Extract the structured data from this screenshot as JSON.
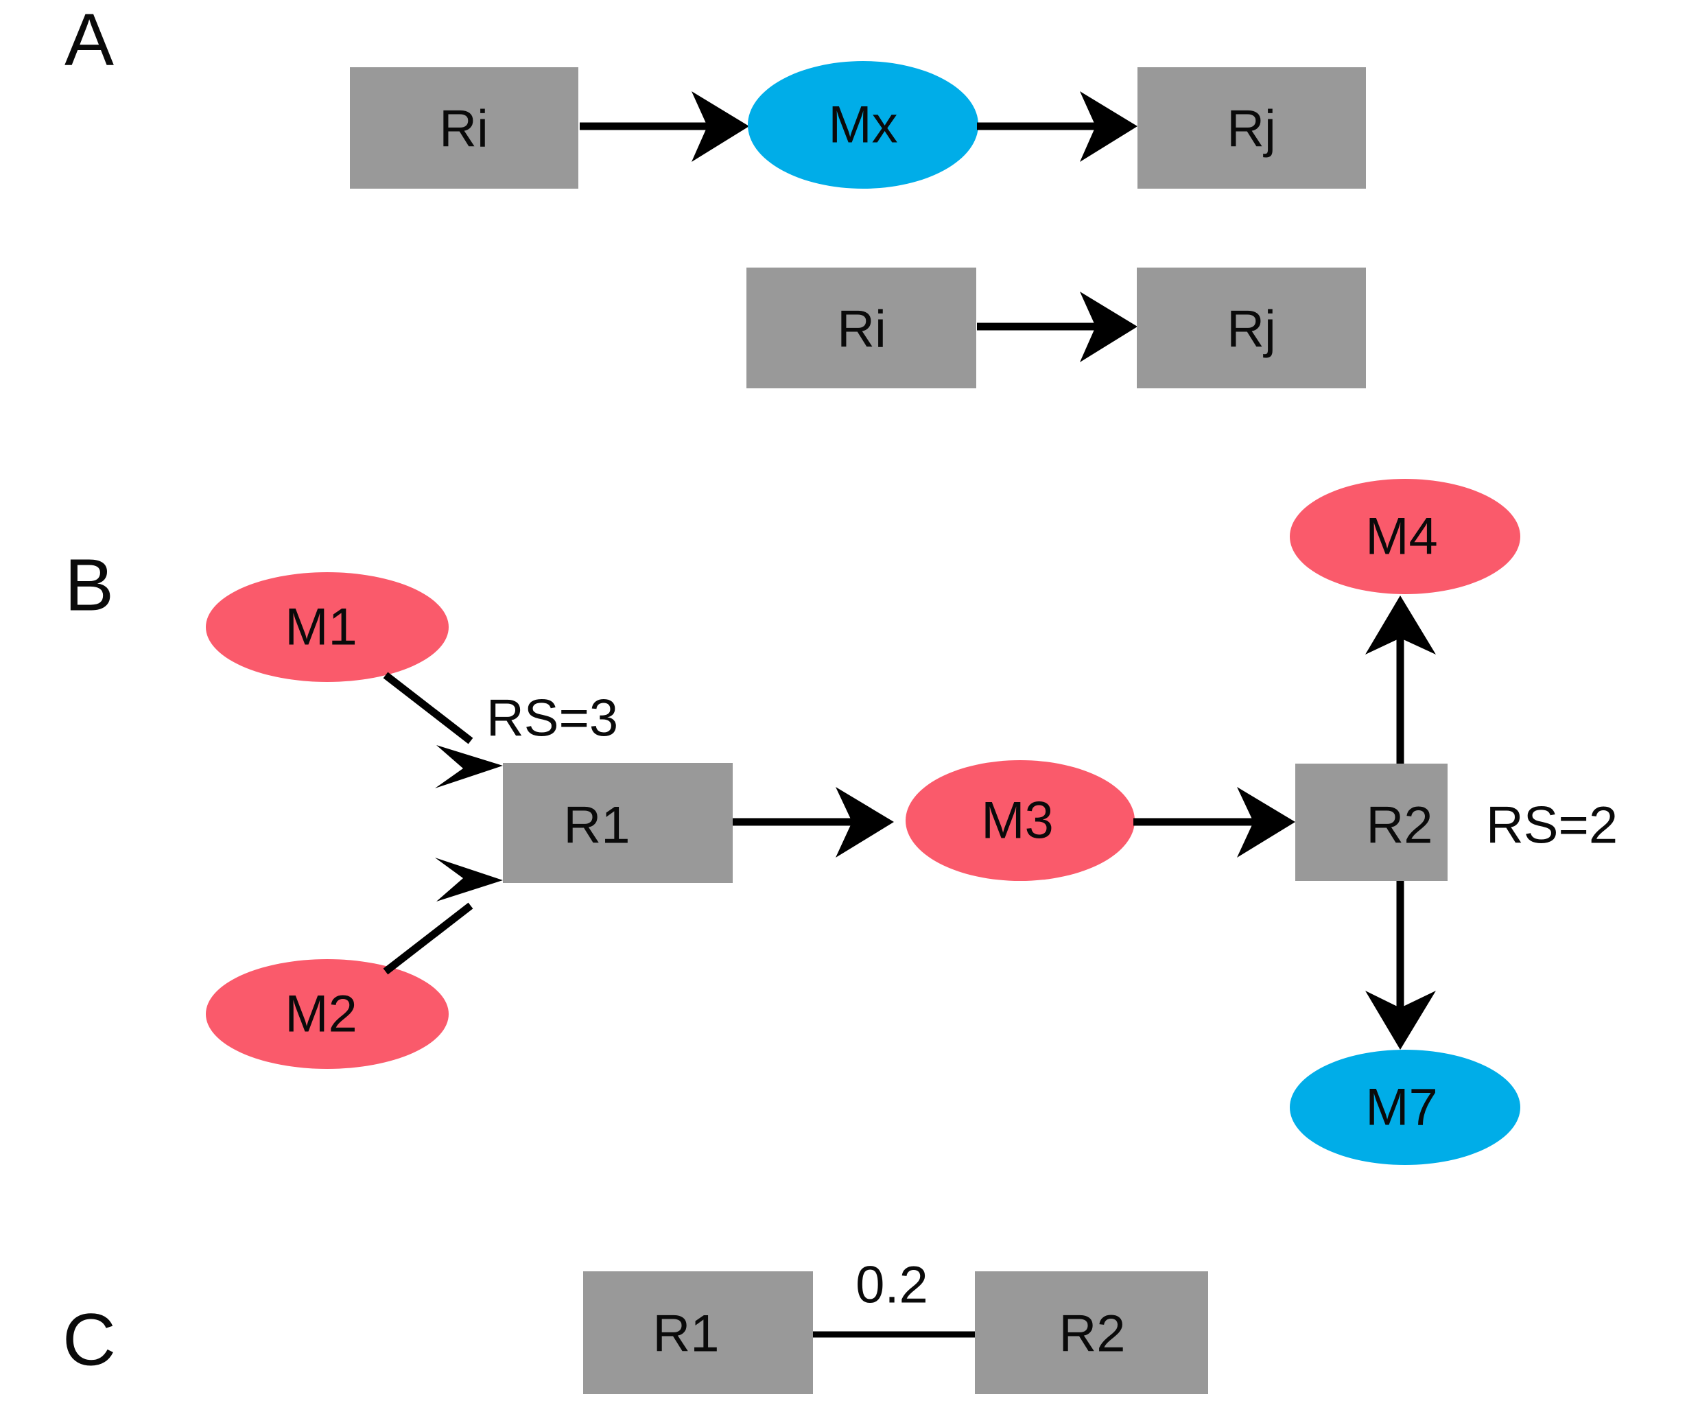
{
  "figure": {
    "background_color": "#ffffff",
    "palette": {
      "reaction_gray": "#999999",
      "metabolite_pink": "#FA5A6B",
      "metabolite_blue": "#00ADE8",
      "edge_black": "#000000",
      "text_black": "#0A0A0A"
    }
  },
  "panels": [
    {
      "id": "A",
      "letter": "A",
      "rows": [
        {
          "id": "a-row-1",
          "nodes": [
            {
              "id": "a1-ri",
              "label": "Ri",
              "shape": "rect",
              "color": "#999999"
            },
            {
              "id": "a1-mx",
              "label": "Mx",
              "shape": "ellipse",
              "color": "#00ADE8"
            },
            {
              "id": "a1-rj",
              "label": "Rj",
              "shape": "rect",
              "color": "#999999"
            }
          ],
          "edges": [
            {
              "from": "a1-ri",
              "to": "a1-mx",
              "arrow": true
            },
            {
              "from": "a1-mx",
              "to": "a1-rj",
              "arrow": true
            }
          ]
        },
        {
          "id": "a-row-2",
          "nodes": [
            {
              "id": "a2-ri",
              "label": "Ri",
              "shape": "rect",
              "color": "#999999"
            },
            {
              "id": "a2-rj",
              "label": "Rj",
              "shape": "rect",
              "color": "#999999"
            }
          ],
          "edges": [
            {
              "from": "a2-ri",
              "to": "a2-rj",
              "arrow": true
            }
          ]
        }
      ]
    },
    {
      "id": "B",
      "letter": "B",
      "nodes": [
        {
          "id": "b-m1",
          "label": "M1",
          "shape": "ellipse",
          "color": "#FA5A6B"
        },
        {
          "id": "b-m2",
          "label": "M2",
          "shape": "ellipse",
          "color": "#FA5A6B"
        },
        {
          "id": "b-r1",
          "label": "R1",
          "shape": "rect",
          "color": "#999999"
        },
        {
          "id": "b-m3",
          "label": "M3",
          "shape": "ellipse",
          "color": "#FA5A6B"
        },
        {
          "id": "b-r2",
          "label": "R2",
          "shape": "rect",
          "color": "#999999"
        },
        {
          "id": "b-m4",
          "label": "M4",
          "shape": "ellipse",
          "color": "#FA5A6B"
        },
        {
          "id": "b-m7",
          "label": "M7",
          "shape": "ellipse",
          "color": "#00ADE8"
        }
      ],
      "annotations": [
        {
          "id": "b-rs-r1",
          "text": "RS=3",
          "for": "b-r1"
        },
        {
          "id": "b-rs-r2",
          "text": "RS=2",
          "for": "b-r2"
        }
      ],
      "edges": [
        {
          "from": "b-m1",
          "to": "b-r1",
          "arrow": true
        },
        {
          "from": "b-m2",
          "to": "b-r1",
          "arrow": true
        },
        {
          "from": "b-r1",
          "to": "b-m3",
          "arrow": true
        },
        {
          "from": "b-m3",
          "to": "b-r2",
          "arrow": true
        },
        {
          "from": "b-r2",
          "to": "b-m4",
          "arrow": true
        },
        {
          "from": "b-r2",
          "to": "b-m7",
          "arrow": true
        }
      ]
    },
    {
      "id": "C",
      "letter": "C",
      "nodes": [
        {
          "id": "c-r1",
          "label": "R1",
          "shape": "rect",
          "color": "#999999"
        },
        {
          "id": "c-r2",
          "label": "R2",
          "shape": "rect",
          "color": "#999999"
        }
      ],
      "edges": [
        {
          "from": "c-r1",
          "to": "c-r2",
          "arrow": false,
          "label": "0.2"
        }
      ]
    }
  ],
  "labels": {
    "panel_a": "A",
    "panel_b": "B",
    "panel_c": "C",
    "a1_ri": "Ri",
    "a1_mx": "Mx",
    "a1_rj": "Rj",
    "a2_ri": "Ri",
    "a2_rj": "Rj",
    "b_m1": "M1",
    "b_m2": "M2",
    "b_r1": "R1",
    "b_rs1": "RS=3",
    "b_m3": "M3",
    "b_r2": "R2",
    "b_rs2": "RS=2",
    "b_m4": "M4",
    "b_m7": "M7",
    "c_r1": "R1",
    "c_r2": "R2",
    "c_weight": "0.2"
  }
}
